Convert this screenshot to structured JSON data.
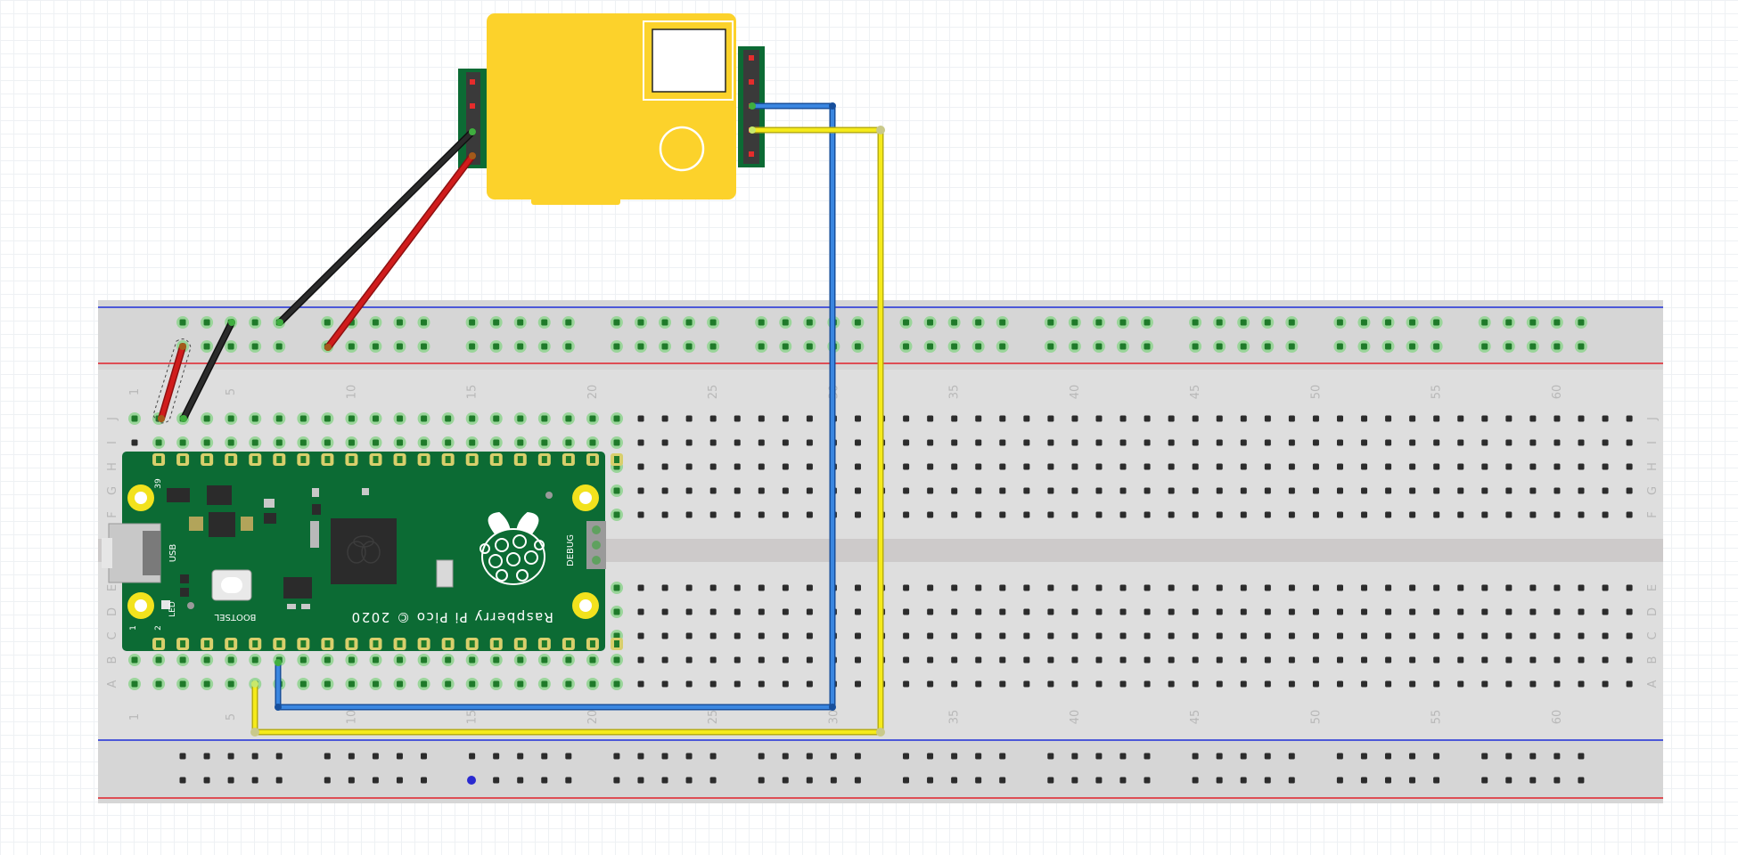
{
  "breadboard": {
    "columns": 63,
    "top_row_labels": [
      "J",
      "I",
      "H",
      "G",
      "F"
    ],
    "bottom_row_labels": [
      "E",
      "D",
      "C",
      "B",
      "A"
    ],
    "column_labels": [
      "1",
      "5",
      "10",
      "15",
      "20",
      "25",
      "30",
      "35",
      "40",
      "45",
      "50",
      "55",
      "60"
    ]
  },
  "pico": {
    "name": "Raspberry Pi Pico © 2020",
    "usb_label": "USB",
    "led_label": "LED",
    "bootsel_label": "BOOTSEL",
    "debug_label": "DEBUG",
    "pin1_label": "1",
    "pin2_label": "2",
    "pin39_label": "39"
  },
  "colors": {
    "pico_green": "#0c6b34",
    "sensor_yellow": "#fcd22b",
    "wire_red": "#d01c1c",
    "wire_black": "#222222",
    "wire_blue": "#1f6bd0",
    "wire_yellow": "#f5ea1b",
    "rail_blue": "#1f2fd9",
    "rail_red": "#e0202a"
  }
}
